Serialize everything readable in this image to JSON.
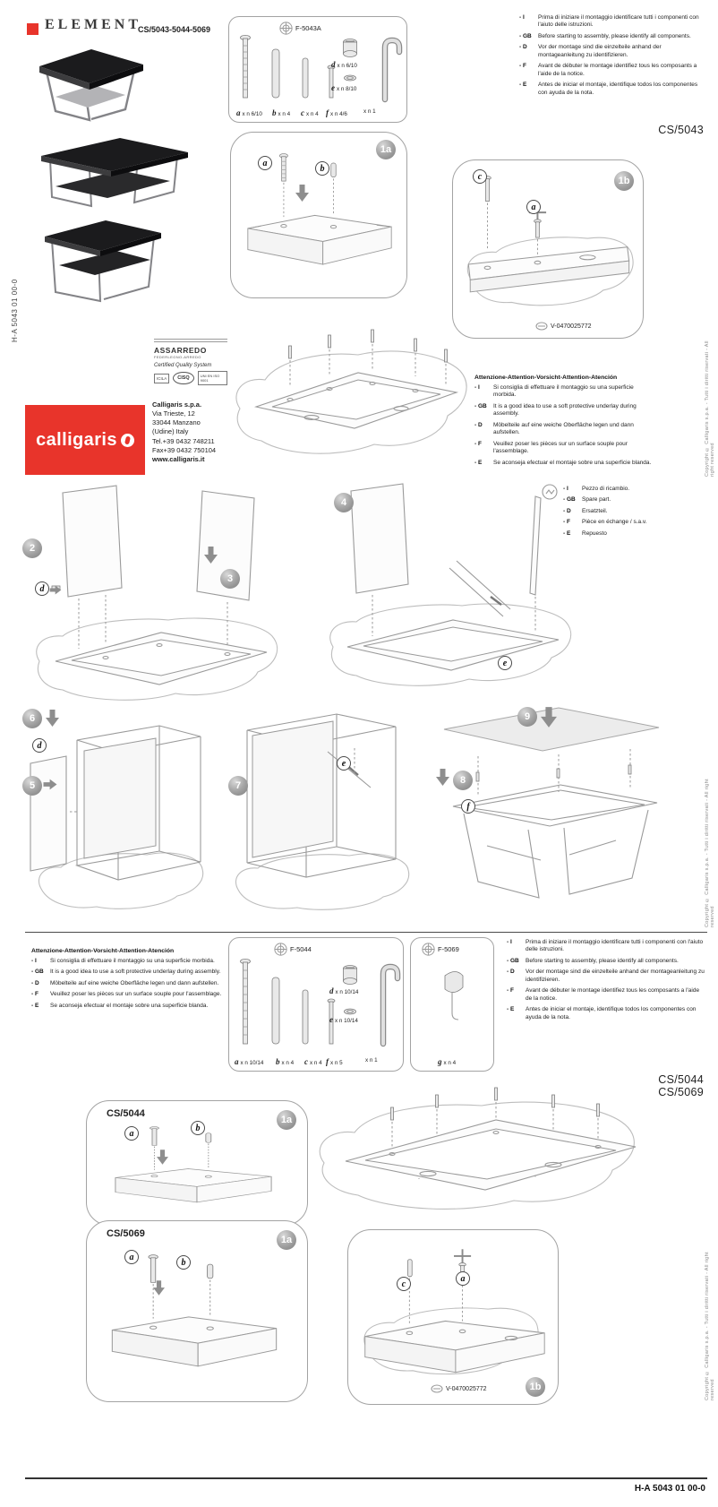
{
  "doc": {
    "code": "H-A 5043 01 00-0",
    "copyright": "Copyright © Calligaris s.p.a. - Tutti i diritti riservati - All right reserved"
  },
  "header": {
    "title": "ELEMENT",
    "models": "CS/5043-5044-5069"
  },
  "models": {
    "cs5043": "CS/5043",
    "cs5044": "CS/5044",
    "cs5069": "CS/5069"
  },
  "part_code": "V-0470025772",
  "kits": {
    "f5043a": "F-5043A",
    "f5044": "F-5044",
    "f5069": "F-5069"
  },
  "parts43": {
    "a": "a",
    "a_qty": "x n 6/10",
    "b": "b",
    "b_qty": "x n 4",
    "c": "c",
    "c_qty": "x n 4",
    "d": "d",
    "d_qty": "x n 6/10",
    "e": "e",
    "e_qty": "x n 8/10",
    "f": "f",
    "f_qty": "x n 4/6",
    "key_qty": "x n 1"
  },
  "parts44": {
    "a": "a",
    "a_qty": "x n 10/14",
    "b": "b",
    "b_qty": "x n 4",
    "c": "c",
    "c_qty": "x n 4",
    "d": "d",
    "d_qty": "x n 10/14",
    "e": "e",
    "e_qty": "x n 10/14",
    "f": "f",
    "f_qty": "x n 5",
    "key_qty": "x n 1",
    "g": "g",
    "g_qty": "x n 4"
  },
  "identify": {
    "items": [
      {
        "lang": "- I",
        "text": "Prima di iniziare il montaggio identificare tutti i componenti con l'aiuto delle istruzioni."
      },
      {
        "lang": "- GB",
        "text": "Before starting to assembly, please identify all components."
      },
      {
        "lang": "- D",
        "text": "Vor der montage sind die einzelteile anhand der montageanleitung zu identifizieren."
      },
      {
        "lang": "- F",
        "text": "Avant de débuter le montage identifiez tous les composants a l'aide de la notice."
      },
      {
        "lang": "- E",
        "text": "Antes de iniciar el montaje, identifique todos los componentes con ayuda de la nota."
      }
    ]
  },
  "attention": {
    "title": "Attenzione-Attention-Vorsicht-Attention-Atención",
    "items": [
      {
        "lang": "- I",
        "text": "Si consiglia di effettuare il montaggio su una superficie morbida."
      },
      {
        "lang": "- GB",
        "text": "It is a good idea to use a soft protective underlay during assembly."
      },
      {
        "lang": "- D",
        "text": "Möbelteile auf eine weiche Oberfläche legen und dann aufstellen."
      },
      {
        "lang": "- F",
        "text": "Veuillez poser les pièces sur un surface souple pour l'assemblage."
      },
      {
        "lang": "- E",
        "text": "Se aconseja efectuar el montaje sobre una superficie blanda."
      }
    ]
  },
  "spare": {
    "items": [
      {
        "lang": "- I",
        "text": "Pezzo di ricambio."
      },
      {
        "lang": "- GB",
        "text": "Spare part."
      },
      {
        "lang": "- D",
        "text": "Ersatzteil."
      },
      {
        "lang": "- F",
        "text": "Pièce en échange / s.a.v."
      },
      {
        "lang": "- E",
        "text": "Repuesto"
      }
    ]
  },
  "company": {
    "logo": "calligaris",
    "assarredo": "ASSARREDO",
    "assarredo_sub": "FEDERLEGNO-ARREDO",
    "quality": "Certified Quality System",
    "cert1": "ICILA",
    "cert2": "CISQ",
    "cert3": "UNI EN ISO 9001",
    "name": "Calligaris s.p.a.",
    "addr1": "Via Trieste, 12",
    "addr2": "33044 Manzano",
    "addr3": "(Udine) Italy",
    "tel": "Tel.+39 0432 748211",
    "fax": "Fax+39 0432 750104",
    "web": "www.calligaris.it"
  },
  "steps": {
    "n1a": "1a",
    "n1b": "1b",
    "n2": "2",
    "n3": "3",
    "n4": "4",
    "n5": "5",
    "n6": "6",
    "n7": "7",
    "n8": "8",
    "n9": "9"
  },
  "callouts": {
    "a": "a",
    "b": "b",
    "c": "c",
    "d": "d",
    "e": "e",
    "f": "f",
    "g": "g"
  }
}
